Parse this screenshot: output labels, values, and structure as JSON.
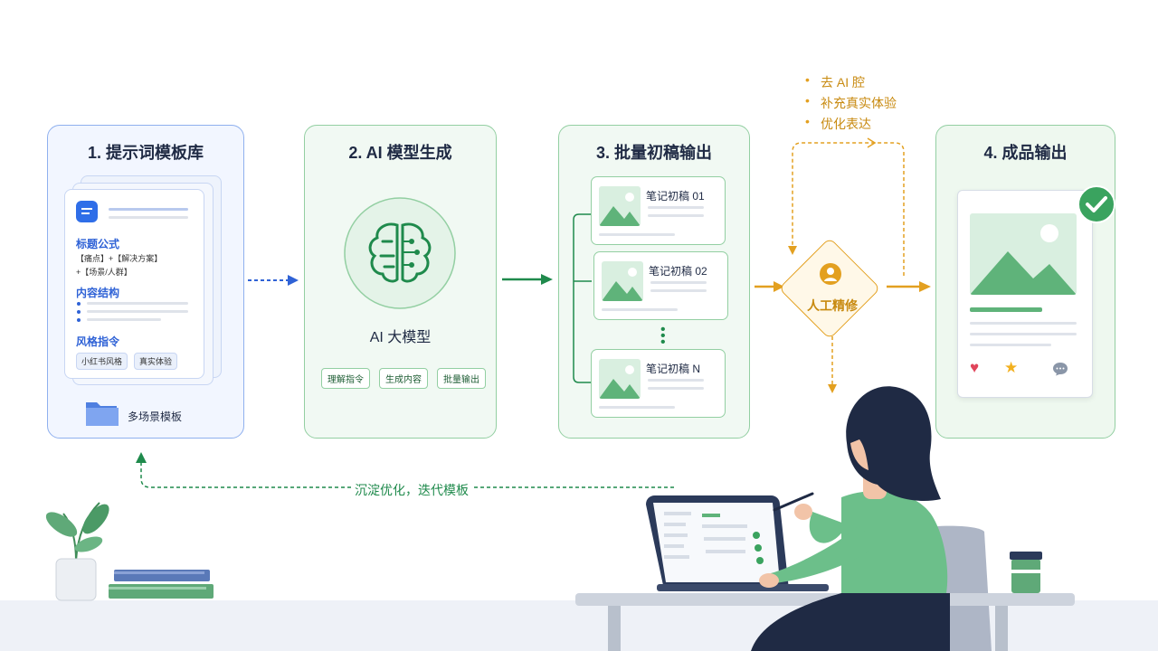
{
  "steps": [
    {
      "title": "1. 提示词模板库"
    },
    {
      "title": "2. AI 模型生成"
    },
    {
      "title": "3. 批量初稿输出"
    },
    {
      "title": "4. 成品输出"
    }
  ],
  "template_card": {
    "section1": "标题公式",
    "formula_line1": "【痛点】+【解决方案】",
    "formula_line2": "+【场景/人群】",
    "section2": "内容结构",
    "section3": "风格指令",
    "chips": [
      "小红书风格",
      "真实体验"
    ],
    "folder_label": "多场景模板"
  },
  "model": {
    "label": "AI 大模型",
    "chips": [
      "理解指令",
      "生成内容",
      "批量输出"
    ]
  },
  "drafts": [
    "笔记初稿 01",
    "笔记初稿 02",
    "笔记初稿 N"
  ],
  "refine": {
    "label": "人工精修",
    "notes": [
      "去 AI 腔",
      "补充真实体验",
      "优化表达"
    ]
  },
  "feedback_label": "沉淀优化，迭代模板",
  "colors": {
    "blue": "#2f62d6",
    "green": "#1f8a4c",
    "orange": "#e3a020",
    "navy": "#1f2a44"
  }
}
